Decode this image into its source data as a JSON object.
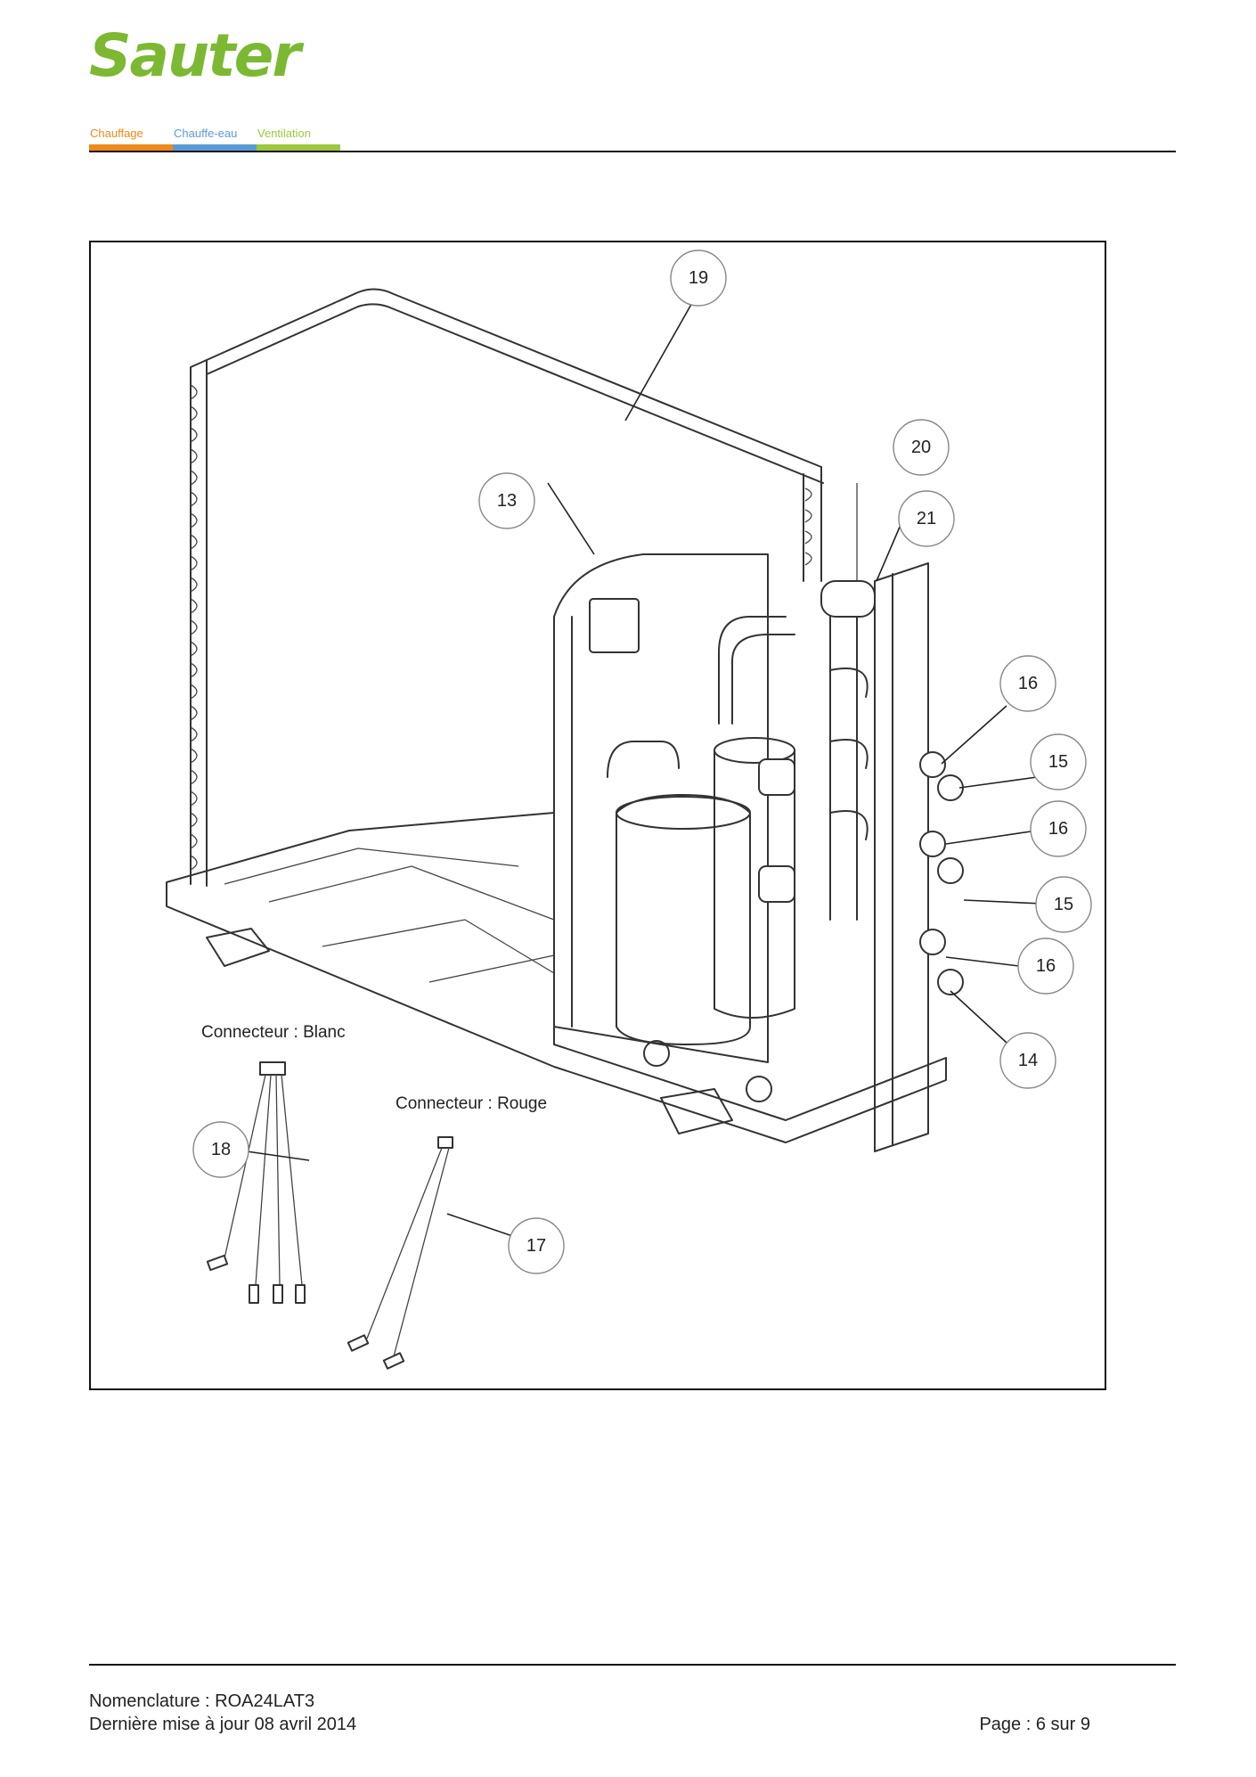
{
  "header": {
    "logo_text": "Sauter",
    "logo_color": "#7cb832",
    "categories": [
      {
        "label": "Chauffage",
        "color": "#ef8a1a"
      },
      {
        "label": "Chauffe-eau",
        "color": "#5b9bd5"
      },
      {
        "label": "Ventilation",
        "color": "#9bc83c"
      }
    ]
  },
  "diagram": {
    "callouts": [
      "19",
      "20",
      "13",
      "21",
      "16",
      "15",
      "16",
      "15",
      "16",
      "14",
      "18",
      "17"
    ],
    "connector_labels": {
      "white": "Connecteur : Blanc",
      "red": "Connecteur : Rouge"
    }
  },
  "footer": {
    "nomenclature": "Nomenclature : ROA24LAT3",
    "updated": "Dernière mise à jour 08 avril 2014",
    "page": "Page : 6 sur 9"
  }
}
